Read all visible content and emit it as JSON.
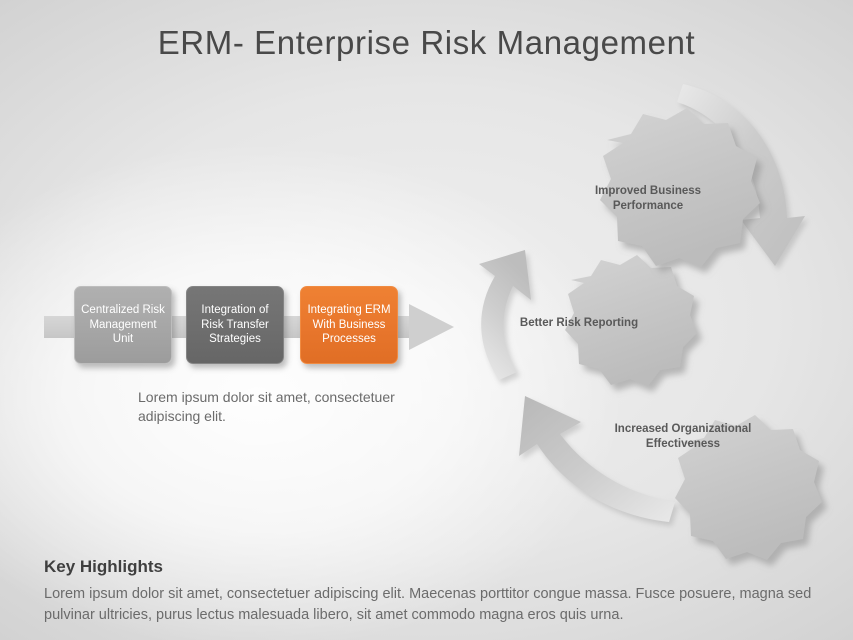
{
  "slide": {
    "title": "ERM- Enterprise Risk Management",
    "background_color": "#e6e6e6"
  },
  "process": {
    "boxes": [
      {
        "label": "Centralized Risk Management Unit",
        "color": "#a6a6a6"
      },
      {
        "label": "Integration of Risk Transfer Strategies",
        "color": "#6e6e6e"
      },
      {
        "label": "Integrating ERM With Business Processes",
        "color": "#e8762c"
      }
    ],
    "arrow_color": "#cfcfcf",
    "caption": "Lorem ipsum dolor sit amet, consectetuer adipiscing elit."
  },
  "gears": {
    "fill_color": "#c6c6c6",
    "text_color": "#595959",
    "items": [
      {
        "label": "Improved Business Performance"
      },
      {
        "label": "Better Risk Reporting"
      },
      {
        "label": "Increased Organizational Effectiveness"
      }
    ]
  },
  "cycle_arrows": {
    "color": "#c4c4c4",
    "items": [
      {
        "name": "arrow-top-right-down"
      },
      {
        "name": "arrow-bottom-left-up"
      },
      {
        "name": "arrow-left-up"
      }
    ]
  },
  "key_highlights": {
    "title": "Key Highlights",
    "body": "Lorem ipsum dolor sit amet, consectetuer adipiscing elit. Maecenas porttitor congue massa. Fusce posuere, magna sed pulvinar ultricies, purus lectus malesuada libero, sit amet commodo magna eros quis urna."
  }
}
